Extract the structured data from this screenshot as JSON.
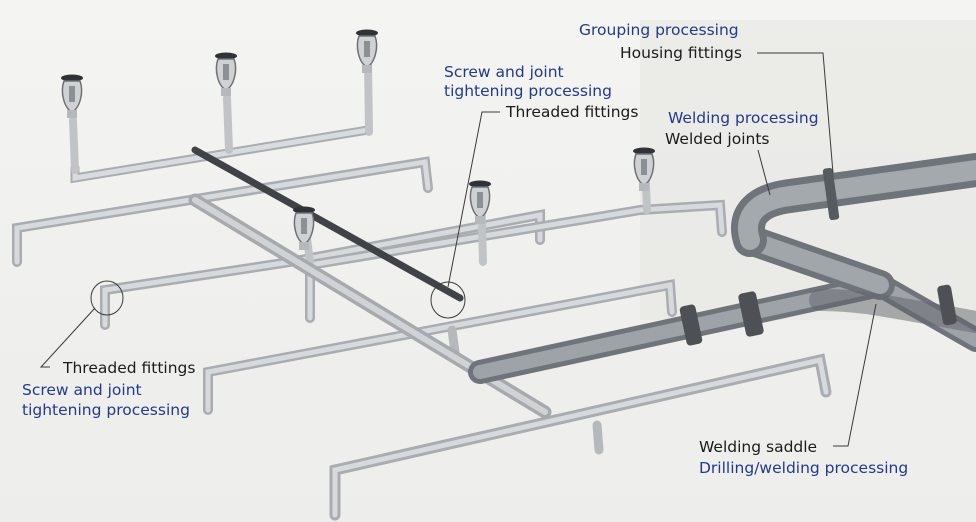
{
  "annotations": {
    "top_right": {
      "process": "Grouping processing",
      "fitting": "Housing fittings"
    },
    "top_middle": {
      "process_line1": "Screw and joint",
      "process_line2": "tightening processing",
      "fitting": "Threaded fittings"
    },
    "right_middle": {
      "process": "Welding processing",
      "fitting": "Welded joints"
    },
    "bottom_left": {
      "fitting": "Threaded fittings",
      "process_line1": "Screw and joint",
      "process_line2": "tightening processing"
    },
    "bottom_right": {
      "fitting": "Welding saddle",
      "process": "Drilling/welding processing"
    }
  },
  "colors": {
    "fitting_label": "#1b1b1b",
    "process_label": "#233a8c",
    "pipe": "#c8cbce",
    "pipe_dark": "#3f4347",
    "main_pipe": "#8e9399"
  }
}
